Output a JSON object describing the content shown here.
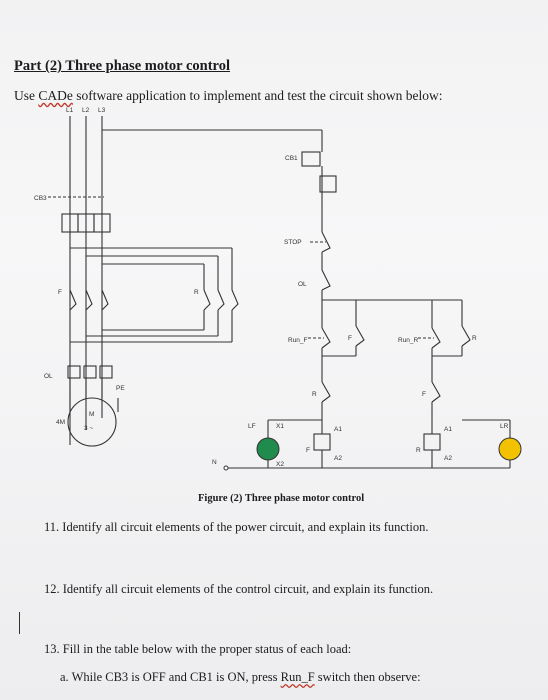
{
  "heading": "Part (2) Three phase motor control",
  "intro": {
    "before": "Use ",
    "software": "CADe",
    "after": " software application to implement and test the circuit shown below:"
  },
  "diagram_labels": {
    "l1": "L1",
    "l2": "L2",
    "l3": "L3",
    "cb3": "CB3",
    "cb1": "CB1",
    "f": "F",
    "r": "R",
    "ol": "OL",
    "pe": "PE",
    "motor": "M",
    "motor_phase": "3 ~",
    "motor_num": "4M",
    "stop": "STOP",
    "ol_ctrl": "OL",
    "run_f": "Run_F",
    "run_r": "Run_R",
    "f_contact": "F",
    "r_contact": "R",
    "f_coil": "F",
    "r_coil": "R",
    "a1": "A1",
    "a2": "A2",
    "lf": "LF",
    "lr": "LR",
    "x1": "X1",
    "x2": "X2",
    "n": "N"
  },
  "figure_caption": "Figure (2) Three phase motor control",
  "questions": {
    "q11": "11. Identify all circuit elements of the power circuit, and explain its function.",
    "q12": "12. Identify all circuit elements of the control circuit, and explain its function.",
    "q13": "13. Fill in the table below with the proper status of each load:",
    "qa_before": "a.  While CB3 is OFF and CB1 is ON, press ",
    "qa_switch": "Run_F",
    "qa_after": " switch then observe:"
  },
  "colors": {
    "lamp_lf": "#1f8b4c",
    "lamp_lr": "#f2c200",
    "wire": "#333333",
    "squiggle": "#c0392b"
  }
}
